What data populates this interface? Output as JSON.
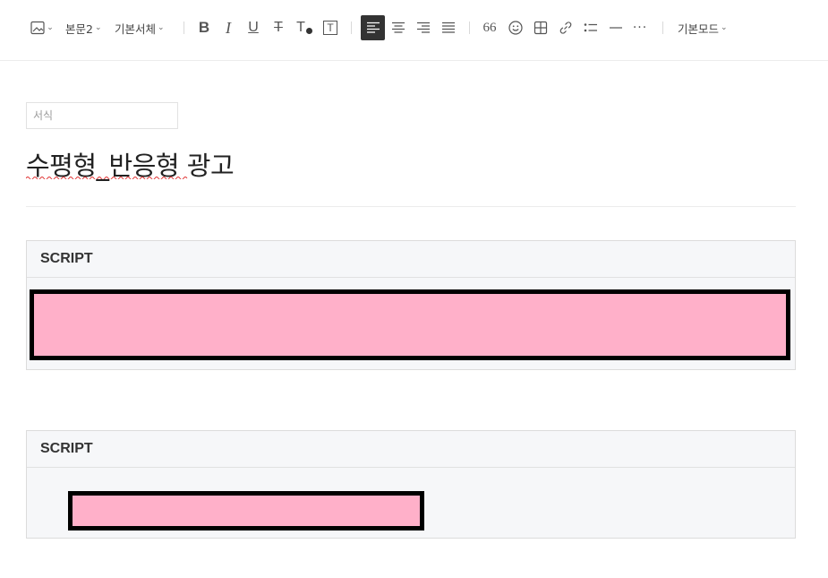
{
  "toolbar": {
    "insert_image_icon": "image-icon",
    "paragraph_style": "본문2",
    "font_family": "기본서체",
    "format_buttons": [
      "bold",
      "italic",
      "underline",
      "strikethrough",
      "text-color",
      "text-background"
    ],
    "bold_label": "B",
    "italic_label": "I",
    "underline_label": "U",
    "strike_label": "T",
    "color_label": "T",
    "bg_label": "T",
    "align_buttons": [
      "align-left",
      "align-center",
      "align-right",
      "align-justify"
    ],
    "active_align": "align-left",
    "quote_label": "66",
    "insert_buttons": [
      "quote",
      "emoji",
      "table",
      "link",
      "list",
      "horizontal-rule",
      "more"
    ],
    "more_label": "···",
    "mode": "기본모드"
  },
  "editor": {
    "format_placeholder": "서식",
    "title": "수평형_반응형 광고"
  },
  "blocks": [
    {
      "label": "SCRIPT",
      "ad_color": "#ffb0c9"
    },
    {
      "label": "SCRIPT",
      "ad_color": "#ffb0c9"
    }
  ]
}
